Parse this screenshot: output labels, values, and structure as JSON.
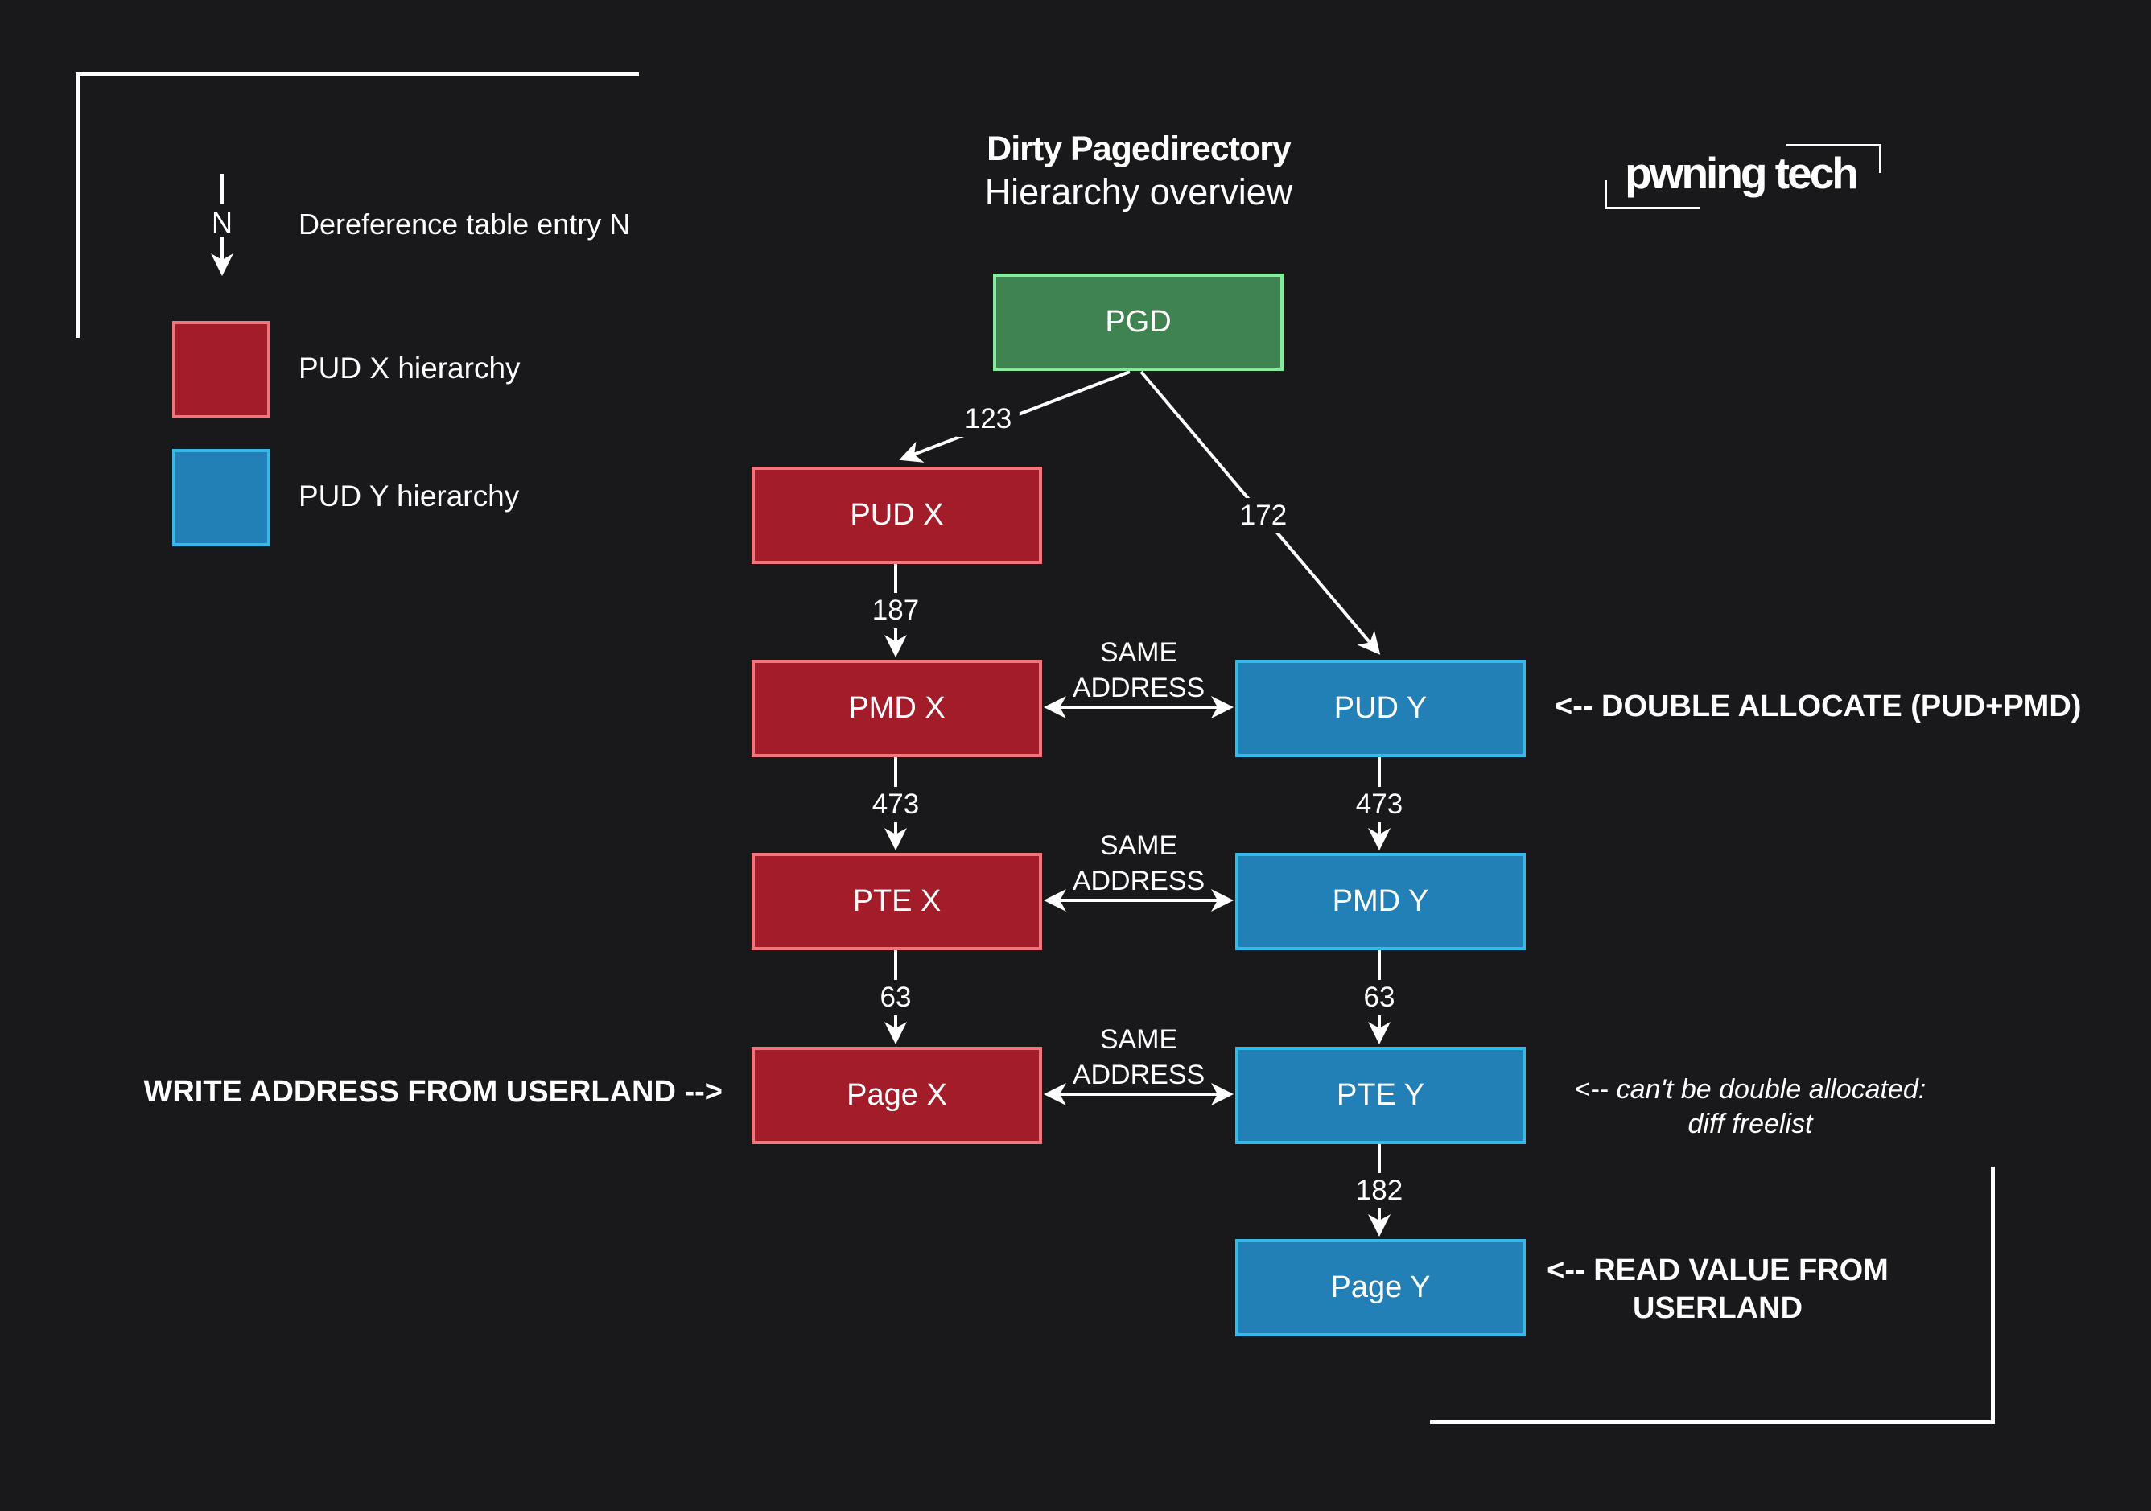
{
  "page": {
    "background": "#19191b"
  },
  "header": {
    "title": "Dirty Pagedirectory",
    "subtitle": "Hierarchy overview",
    "logo": "pwning tech"
  },
  "legend": {
    "n_label": "N",
    "caption": "Dereference table entry N",
    "items": [
      {
        "label": "PUD X hierarchy"
      },
      {
        "label": "PUD Y hierarchy"
      }
    ]
  },
  "nodes": [
    {
      "label": "PGD"
    },
    {
      "label": "PUD X"
    },
    {
      "label": "PMD X"
    },
    {
      "label": "PTE X"
    },
    {
      "label": "Page X"
    },
    {
      "label": "PUD Y"
    },
    {
      "label": "PMD Y"
    },
    {
      "label": "PTE Y"
    },
    {
      "label": "Page Y"
    }
  ],
  "edge_labels": [
    {
      "label": "123"
    },
    {
      "label": "172"
    },
    {
      "label": "187"
    },
    {
      "label": "473"
    },
    {
      "label": "63"
    },
    {
      "label": "473"
    },
    {
      "label": "63"
    },
    {
      "label": "182"
    }
  ],
  "same_address": {
    "line1": "SAME",
    "line2": "ADDRESS"
  },
  "annotations": {
    "double_allocate": "<-- DOUBLE ALLOCATE (PUD+PMD)",
    "write_address": "WRITE ADDRESS FROM USERLAND -->",
    "cant_arrow": "<--",
    "cant_line1": " can't be double allocated:",
    "cant_line2": "diff freelist",
    "read_line1": "<-- READ VALUE FROM",
    "read_line2": "USERLAND"
  },
  "colors": {
    "background": "#19191b",
    "line": "#ffffff",
    "green_fill": "#3f8351",
    "green_border": "#87e99e",
    "red_fill": "#a31c29",
    "red_border": "#ef767c",
    "blue_fill": "#2380b7",
    "blue_border": "#35b9e9"
  }
}
